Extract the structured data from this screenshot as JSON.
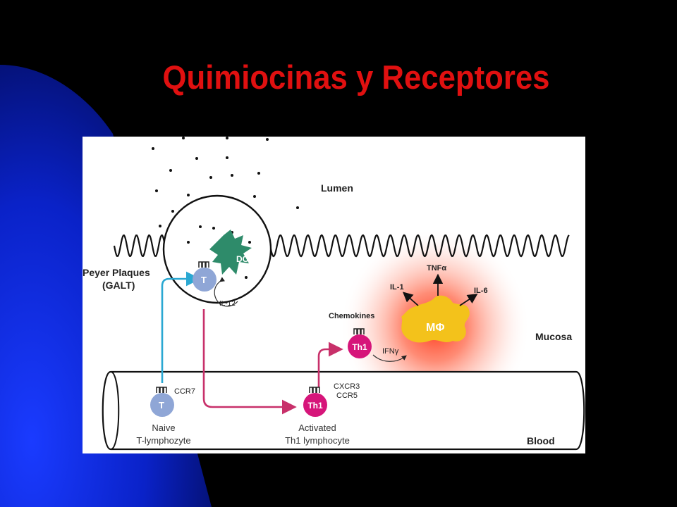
{
  "slide": {
    "title": "Quimiocinas y Receptores"
  },
  "diagram": {
    "region_labels": {
      "lumen": "Lumen",
      "peyer_line1": "Peyer Plaques",
      "peyer_line2": "(GALT)",
      "mucosa": "Mucosa",
      "blood": "Blood"
    },
    "cells": {
      "dc": "DC",
      "t_galt": "T",
      "t_naive": "T",
      "th1_mucosa": "Th1",
      "th1_blood": "Th1",
      "macrophage": "MΦ"
    },
    "molecules": {
      "il12": "IL-12",
      "ccr7": "CCR7",
      "chemokines": "Chemokines",
      "ifn": "IFNγ",
      "cxcr3": "CXCR3",
      "ccr5": "CCR5",
      "tnf": "TNFα",
      "il1": "IL-1",
      "il6": "IL-6"
    },
    "captions": {
      "naive_line1": "Naive",
      "naive_line2": "T-lymphozyte",
      "activated_line1": "Activated",
      "activated_line2": "Th1 lymphocyte"
    },
    "colors": {
      "title": "#e01010",
      "cyan_path": "#2aa8d2",
      "magenta_path": "#c8306a",
      "t_cell": "#8fa6d6",
      "th1_cell": "#d6157a",
      "dc": "#2e8b6a",
      "macrophage": "#f3c21b"
    }
  }
}
